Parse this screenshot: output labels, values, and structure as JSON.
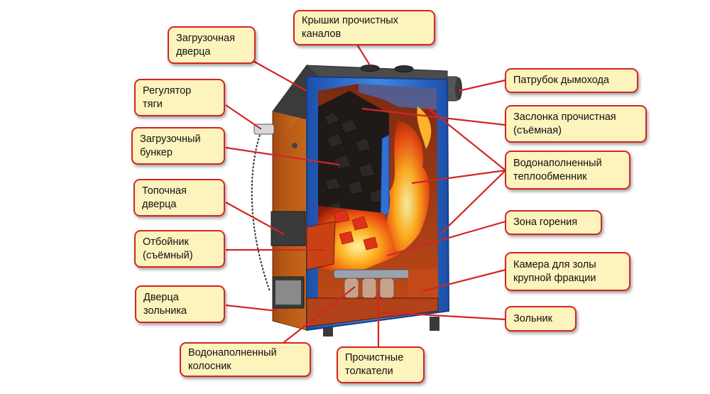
{
  "labels": {
    "cleaning_covers": "Крышки прочистных\nканалов",
    "loading_door": "Загрузочная\nдверца",
    "draft_regulator": "Регулятор\nтяги",
    "loading_bunker": "Загрузочный\nбункер",
    "firebox_door": "Топочная\nдверца",
    "deflector": "Отбойник\n(съёмный)",
    "ash_door": "Дверца\nзольника",
    "water_grate": "Водонаполненный\nколосник",
    "cleaning_pushers": "Прочистные\nтолкатели",
    "chimney_pipe": "Патрубок дымохода",
    "cleaning_damper": "Заслонка прочистная\n(съёмная)",
    "heat_exchanger": "Водонаполненный\nтеплообменник",
    "combustion_zone": "Зона горения",
    "coarse_ash_chamber": "Камера для золы\nкрупной фракции",
    "ash_pit": "Зольник"
  },
  "colors": {
    "label_fill": "#fdf3bd",
    "label_border": "#d42424",
    "leader_line": "#d42424",
    "boiler_body": "#c8621a",
    "water_jacket": "#2e6fd1"
  }
}
